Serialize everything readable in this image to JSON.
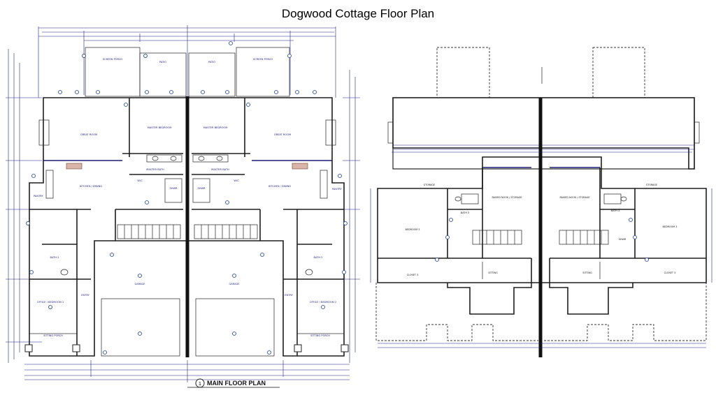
{
  "title": "Dogwood Cottage Floor Plan",
  "main_plan": {
    "caption_number": "1",
    "caption": "MAIN FLOOR PLAN",
    "rooms": {
      "screen_porch": "SCREEN PORCH",
      "patio": "PATIO",
      "great_room": "GREAT ROOM",
      "master_bedroom": "MASTER BEDROOM",
      "master_bath": "MASTER BATH",
      "kitchen_dining": "KITCHEN / DINING",
      "pantry": "PANTRY",
      "bath_2": "BATH 2",
      "office_bedroom_2": "OFFICE / BEDROOM 2",
      "entry": "ENTRY",
      "garage": "GARAGE",
      "sitting_porch": "SITTING PORCH",
      "shwr": "SHWR",
      "wic": "W/C"
    }
  },
  "upper_plan": {
    "rooms": {
      "bedroom_3": "BEDROOM 3",
      "bath_3": "BATH 3",
      "raised_nook": "RAISED NOOK / STORAGE",
      "closet_3": "CLOSET 3",
      "sitting": "SITTING",
      "storage": "STORAGE",
      "shwr": "SHWR"
    }
  }
}
